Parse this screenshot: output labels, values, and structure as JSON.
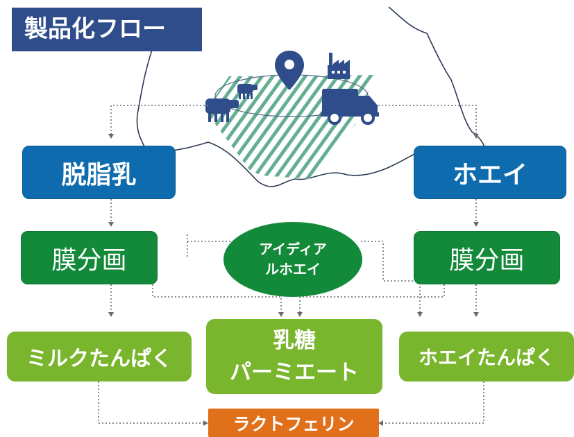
{
  "title": "製品化フロー",
  "boxes": {
    "skim_milk": "脱脂乳",
    "whey": "ホエイ",
    "membrane_left": "膜分画",
    "membrane_right": "膜分画",
    "ideal_whey_line1": "アイディア",
    "ideal_whey_line2": "ルホエイ",
    "milk_protein": "ミルクたんぱく",
    "lactose_line1": "乳糖",
    "lactose_line2": "パーミエート",
    "whey_protein": "ホエイたんぱく",
    "lactoferrin": "ラクトフェリン"
  },
  "colors": {
    "title_bg": "#2f4d8b",
    "blue": "#0e6cae",
    "dark_green": "#138a3a",
    "light_green": "#79b52d",
    "orange": "#e0701a",
    "icons": "#2f4d8b",
    "stripes_green": "#8fcf5f",
    "stripes_blue": "#3a8fc8"
  },
  "icons": [
    "cow-icon",
    "location-pin-icon",
    "factory-icon",
    "truck-icon"
  ]
}
